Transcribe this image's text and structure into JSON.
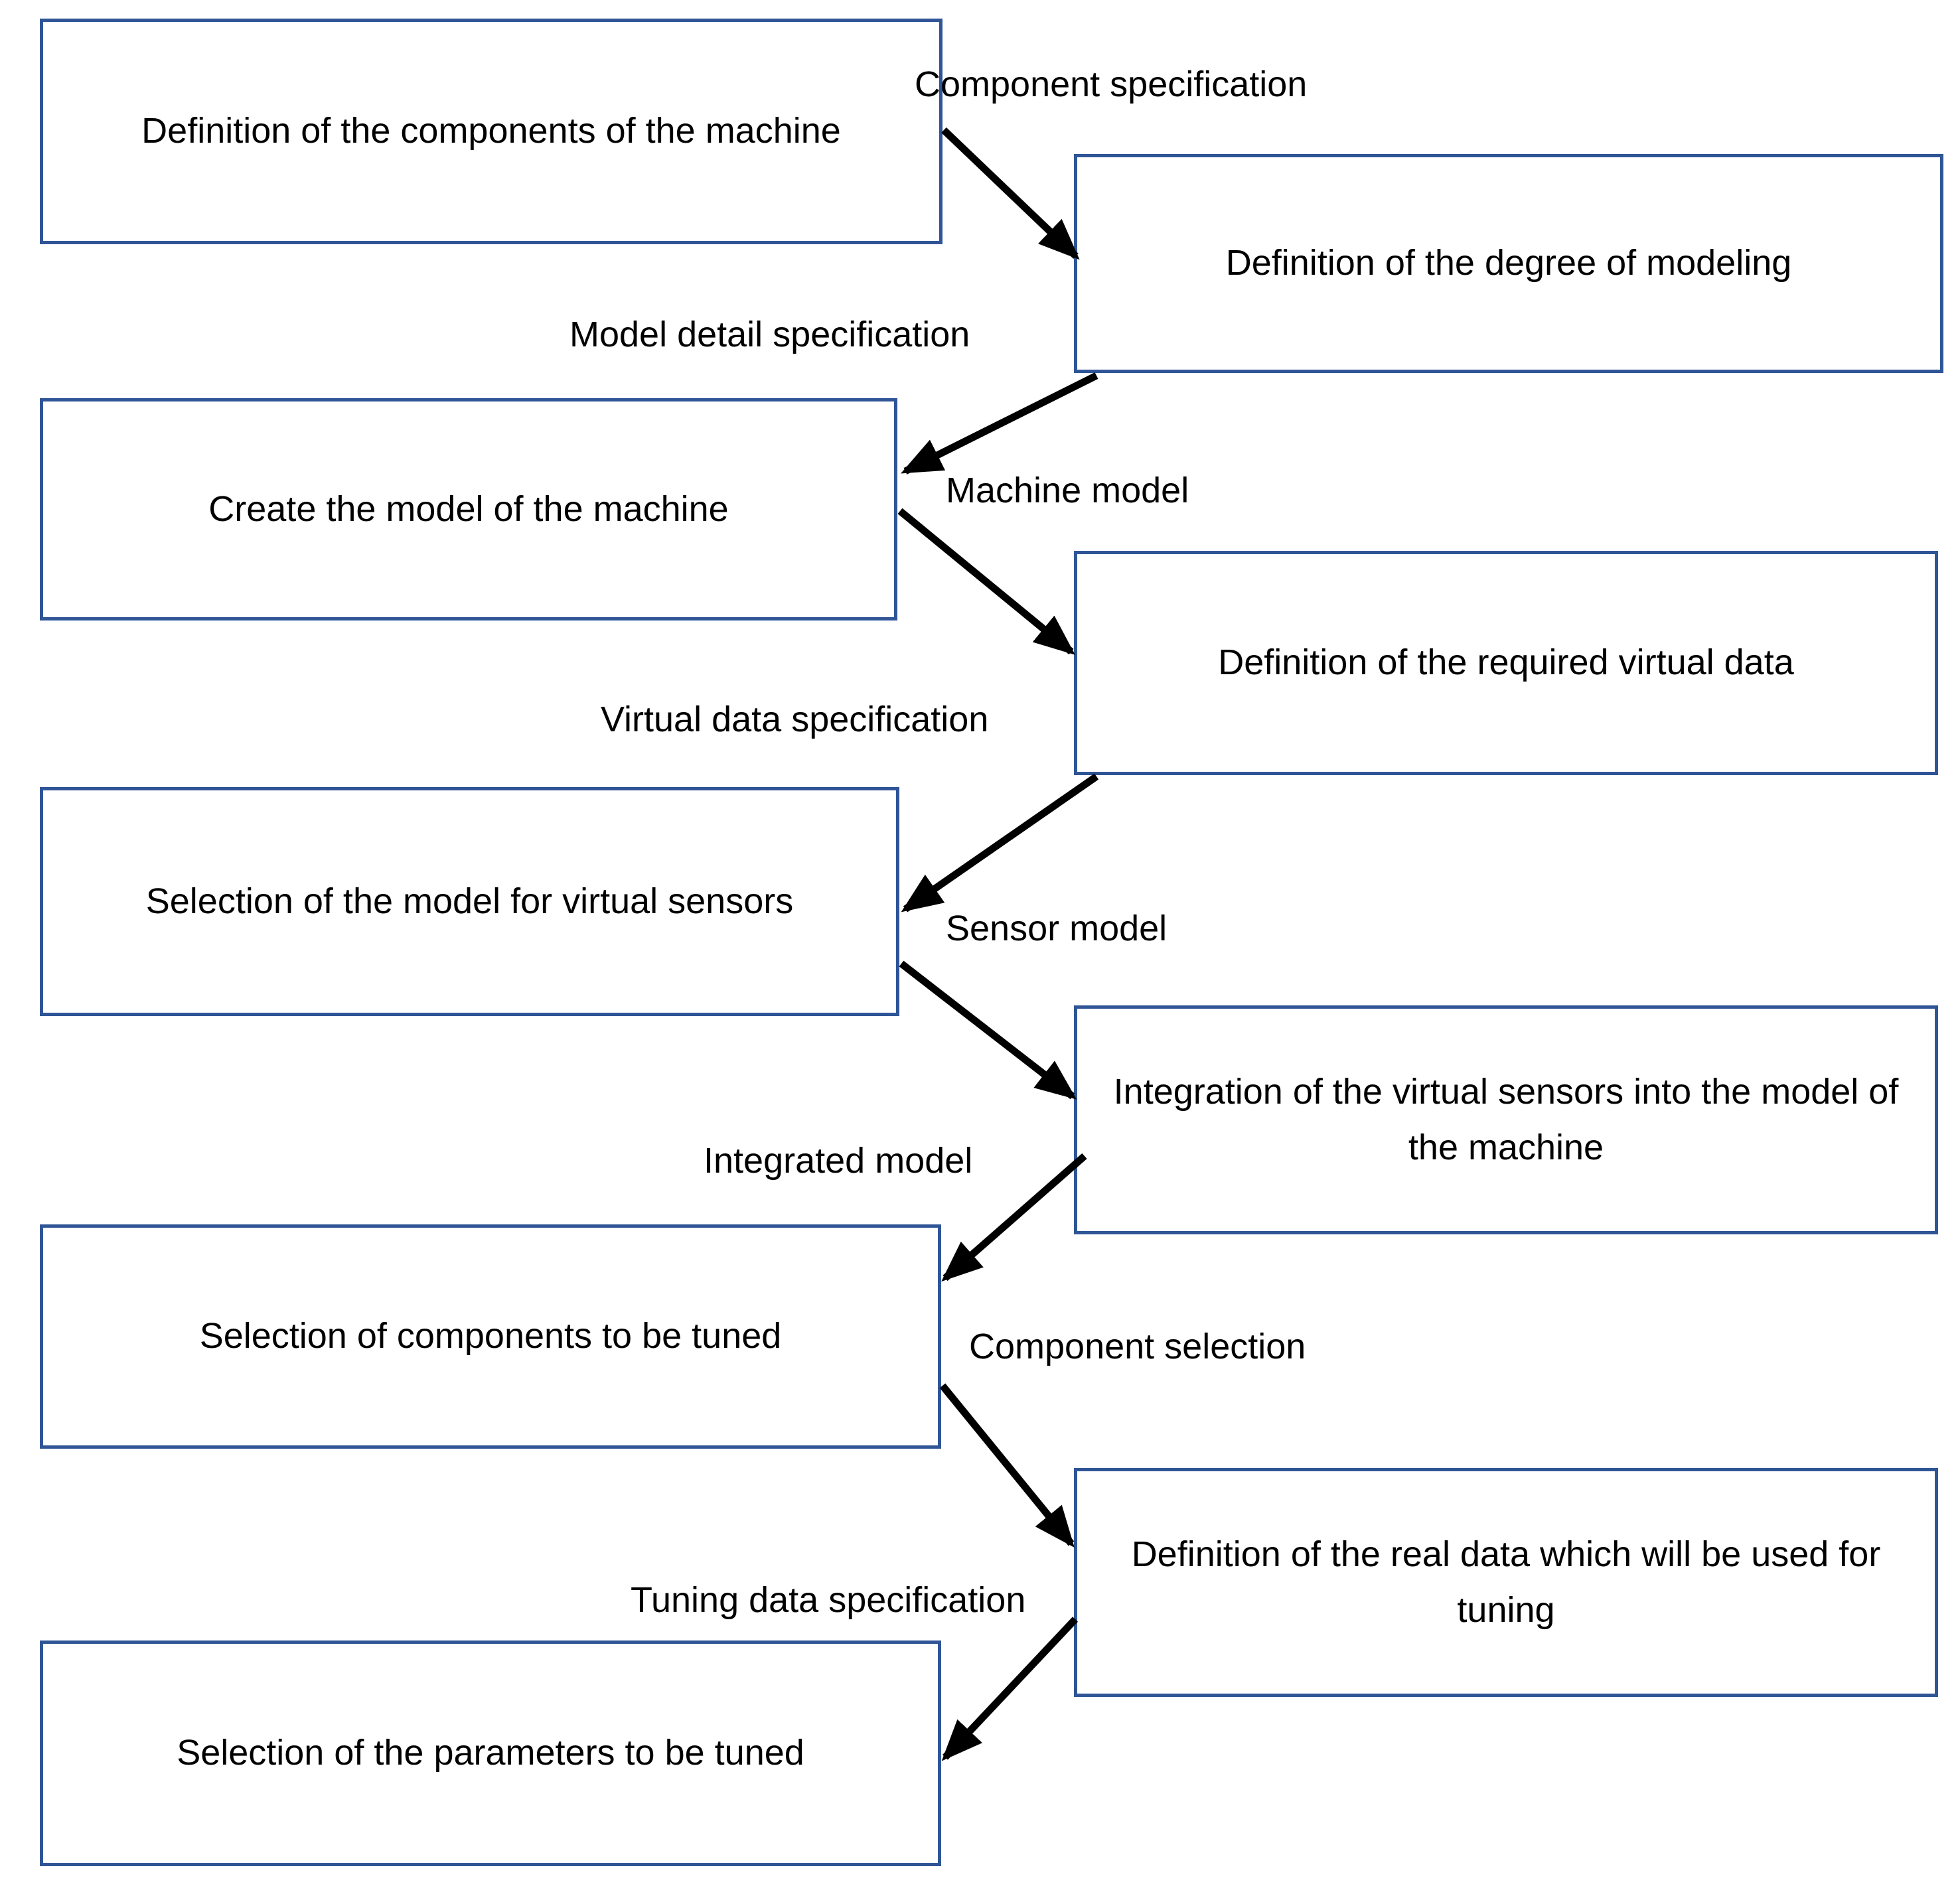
{
  "diagram": {
    "boxes": [
      {
        "text": "Definition of the components of the machine"
      },
      {
        "text": "Definition of the degree of modeling"
      },
      {
        "text": "Create the model of the machine"
      },
      {
        "text": "Definition of the required virtual data"
      },
      {
        "text": "Selection of the model for virtual sensors"
      },
      {
        "text": "Integration of the virtual sensors into the model of the machine"
      },
      {
        "text": "Selection of components to be tuned"
      },
      {
        "text": "Definition of the real data which will be used for tuning"
      },
      {
        "text": "Selection of the parameters to be tuned"
      }
    ],
    "arrow_labels": [
      {
        "text": "Component specification"
      },
      {
        "text": "Model detail specification"
      },
      {
        "text": "Machine model"
      },
      {
        "text": "Virtual data specification"
      },
      {
        "text": "Sensor model"
      },
      {
        "text": "Integrated model"
      },
      {
        "text": "Component selection"
      },
      {
        "text": "Tuning data specification"
      }
    ],
    "colors": {
      "box_border": "#2F5597",
      "box_fill": "#FFFFFF",
      "arrow": "#000000",
      "text": "#000000"
    }
  }
}
